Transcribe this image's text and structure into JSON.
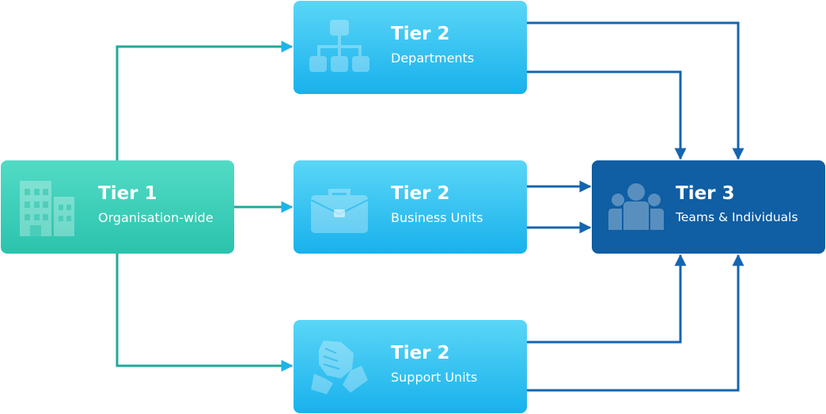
{
  "colors": {
    "tier1": "#2bc3ad",
    "tier2": "#19b1ec",
    "tier3": "#105ea3",
    "arrow_from_tier1": "#1fa99a",
    "arrow_to_tier2": "#1eb4ea",
    "arrow_to_tier3": "#1565b0"
  },
  "tier1": {
    "title": "Tier 1",
    "subtitle": "Organisation-wide",
    "icon": "office-buildings-icon"
  },
  "tier2": [
    {
      "title": "Tier 2",
      "subtitle": "Departments",
      "icon": "org-chart-icon"
    },
    {
      "title": "Tier 2",
      "subtitle": "Business Units",
      "icon": "briefcase-icon"
    },
    {
      "title": "Tier 2",
      "subtitle": "Support Units",
      "icon": "handshake-icon"
    }
  ],
  "tier3": {
    "title": "Tier 3",
    "subtitle": "Teams & Individuals",
    "icon": "people-group-icon"
  }
}
